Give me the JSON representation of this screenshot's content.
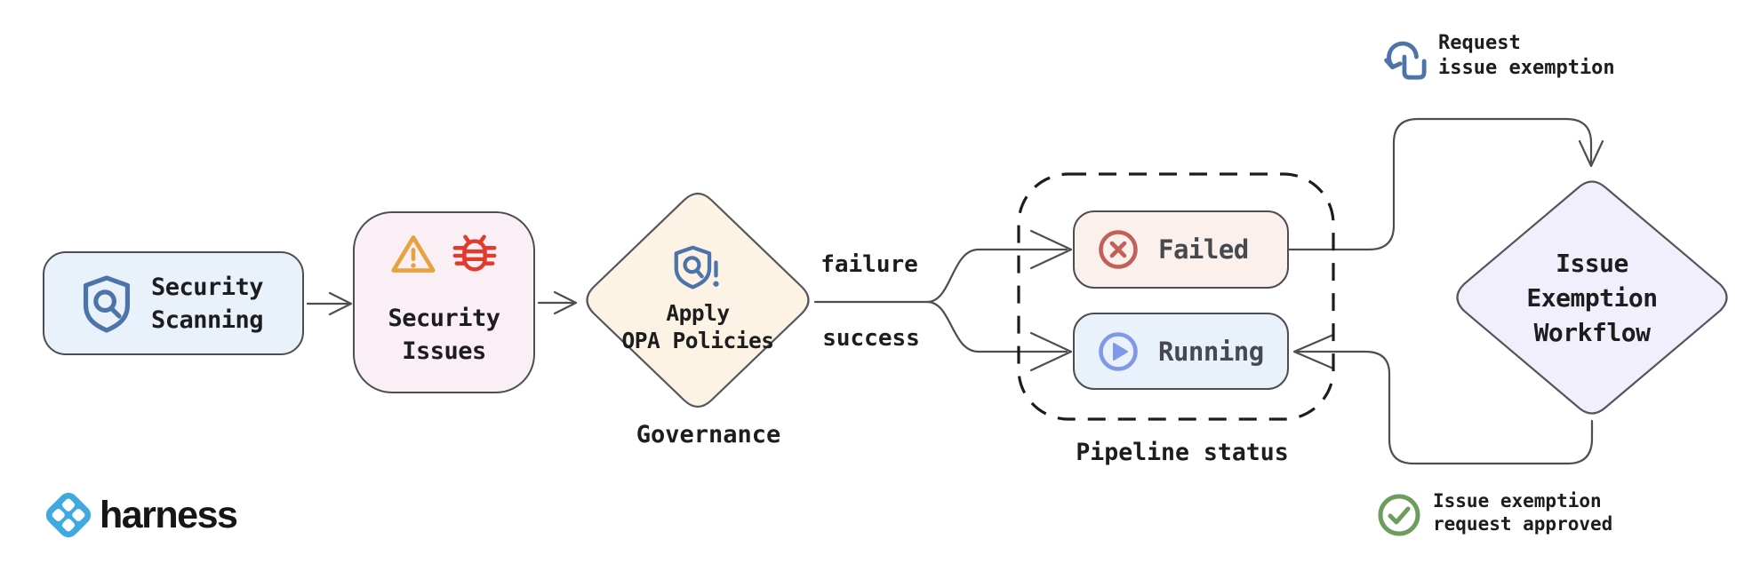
{
  "diagram_title": "security-scanning-governance-flow",
  "nodes": {
    "security_scanning": {
      "line1": "Security",
      "line2": "Scanning",
      "fill": "#e9f1fa"
    },
    "security_issues": {
      "line1": "Security",
      "line2": "Issues",
      "fill": "#fbeff6"
    },
    "apply_opa": {
      "line1": "Apply",
      "line2": "OPA Policies",
      "fill": "#fcf3e4",
      "caption": "Governance"
    },
    "failed": {
      "label": "Failed",
      "fill": "#fbf0ec"
    },
    "running": {
      "label": "Running",
      "fill": "#e9f1fb"
    },
    "pipeline_status": {
      "caption": "Pipeline status"
    },
    "issue_exemption_workflow": {
      "line1": "Issue",
      "line2": "Exemption",
      "line3": "Workflow",
      "fill": "#f1effb"
    }
  },
  "edges": {
    "failure_label": "failure",
    "success_label": "success"
  },
  "annotations": {
    "request_exemption": {
      "line1": "Request",
      "line2": "issue exemption"
    },
    "exemption_approved": {
      "line1": "Issue exemption",
      "line2": "request approved"
    }
  },
  "logo": {
    "text": "harness",
    "brand_color": "#3fa9e1"
  },
  "colors": {
    "line": "#4c4e52",
    "dashed_container": "#1c1c1c",
    "icon_blue": "#4d74a8",
    "warning_orange": "#e6a23c",
    "bug_red": "#e23b2e",
    "failed_red": "#c25f58",
    "running_blue": "#8098e8",
    "approved_green": "#6d9d5c",
    "text": "#1d1d1f",
    "status_text": "#46494e"
  }
}
